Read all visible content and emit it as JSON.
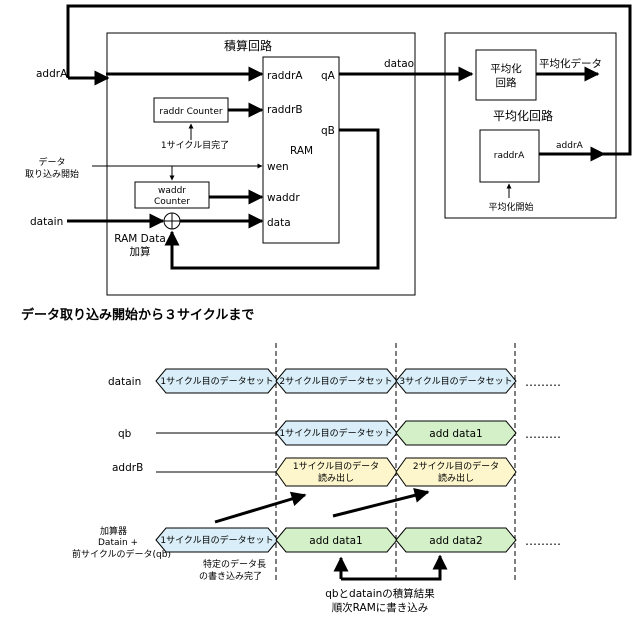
{
  "block_diagram": {
    "integ_title": "積算回路",
    "avg_title": "平均化回路",
    "addrA_left": "addrA",
    "raddr_counter": "raddr Counter",
    "cycle1_done": "1サイクル目完了",
    "data_load_start_1": "データ",
    "data_load_start_2": "取り込み開始",
    "waddr_counter_1": "waddr",
    "waddr_counter_2": "Counter",
    "datain_left": "datain",
    "ram_data_add_1": "RAM Data",
    "ram_data_add_2": "加算",
    "ram_raddrA": "raddrA",
    "ram_raddrB": "raddrB",
    "ram_wen": "wen",
    "ram_waddr": "waddr",
    "ram_data": "data",
    "ram_label": "RAM",
    "ram_qA": "qA",
    "ram_qB": "qB",
    "datao": "datao",
    "avg_block_1": "平均化",
    "avg_block_2": "回路",
    "avg_data_out": "平均化データ",
    "avg_raddrA": "raddrA",
    "avg_addrA": "addrA",
    "avg_start": "平均化開始"
  },
  "timing": {
    "heading": "データ取り込み開始から３サイクルまで",
    "sig_datain": "datain",
    "sig_qb": "qb",
    "sig_addrB": "addrB",
    "adder_1": "加算器",
    "adder_2": "Datain +",
    "adder_3": "前サイクルのデータ(qb)",
    "datain_c1": "1サイクル目のデータセット",
    "datain_c2": "2サイクル目のデータセット",
    "datain_c3": "3サイクル目のデータセット",
    "qb_c2": "1サイクル目のデータセット",
    "qb_c3": "add data1",
    "addrB_c2_1": "1サイクル目のデータ",
    "addrB_c2_2": "読み出し",
    "addrB_c3_1": "2サイクル目のデータ",
    "addrB_c3_2": "読み出し",
    "adder_c1": "1サイクル目のデータセット",
    "adder_c2": "add data1",
    "adder_c3": "add data2",
    "dots": "………",
    "note_write_1": "特定のデータ長",
    "note_write_2": "の書き込み完了",
    "note_result_1": "qbとdatainの積算結果",
    "note_result_2": "順次RAMに書き込み"
  },
  "colors": {
    "blue_fill": "#d9eef8",
    "green_fill": "#d4f0c8",
    "yellow_fill": "#fdf6cc"
  }
}
